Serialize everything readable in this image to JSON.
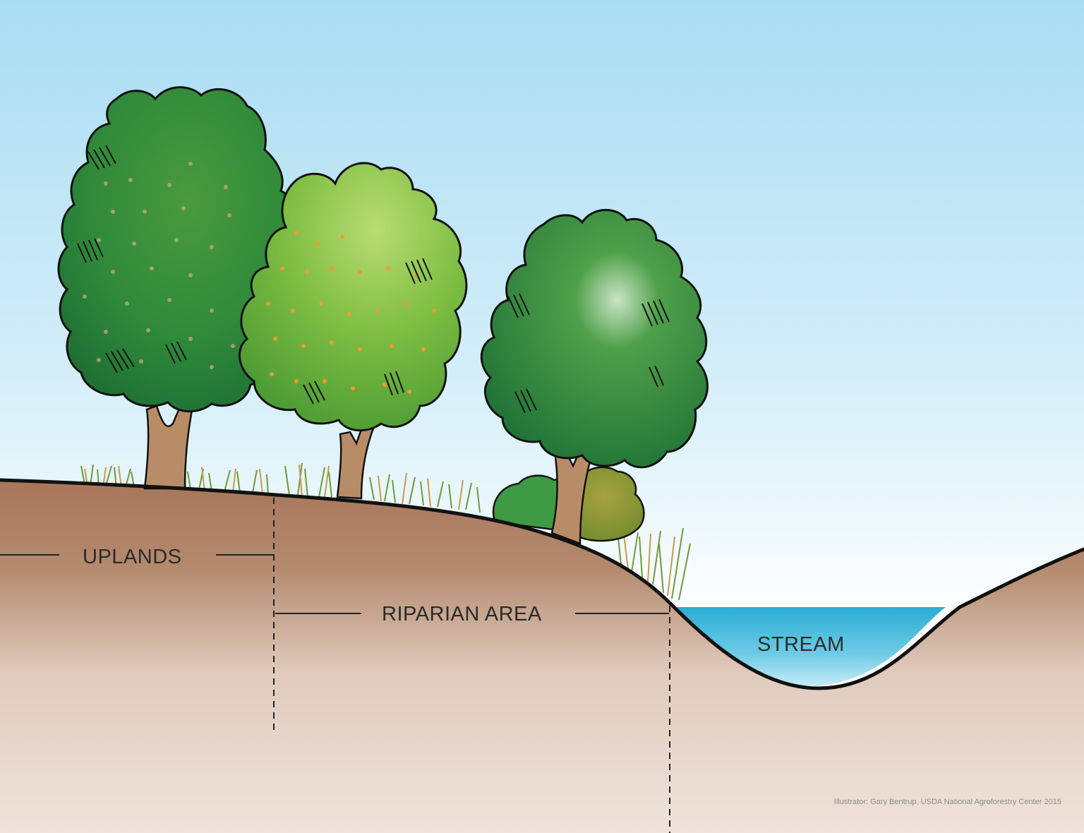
{
  "labels": {
    "uplands": "UPLANDS",
    "riparian": "RIPARIAN AREA",
    "stream": "STREAM"
  },
  "credit": "Illustrator: Gary Bentrup, USDA National Agroforestry Center 2015",
  "colors": {
    "sky_top": "#a9dcf3",
    "sky_bottom": "#ffffff",
    "soil_top": "#a8765a",
    "soil_bottom": "#efe2da",
    "water": "#3fb3d6",
    "foliage_dark": "#1f7d3c",
    "foliage_mid": "#4fa93a",
    "foliage_light": "#8fc64a",
    "trunk": "#b98c68",
    "outline": "#111111"
  }
}
